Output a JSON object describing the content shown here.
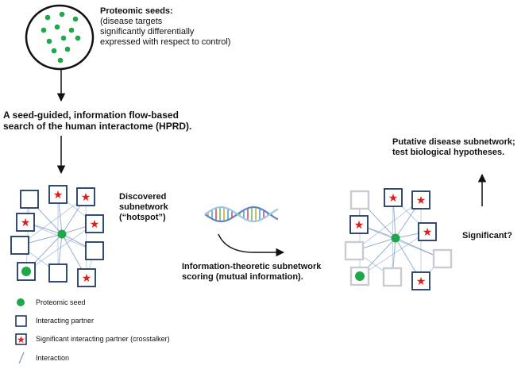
{
  "seeds_block": {
    "title": "Proteomic seeds:",
    "lines": [
      "(disease targets",
      "significantly differentially",
      "expressed with respect to control)"
    ]
  },
  "search_step": {
    "line1": "A seed-guided, information flow-based",
    "line2": "search of the human interactome (HPRD)."
  },
  "hotspot_label": {
    "line1": "Discovered",
    "line2": "subnetwork",
    "line3": "(“hotspot”)"
  },
  "scoring_step": {
    "line1": "Information-theoretic subnetwork",
    "line2": "scoring (mutual information)."
  },
  "significance_label": "Significant?",
  "putative_block": {
    "line1": "Putative disease subnetwork;",
    "line2": "test biological hypotheses."
  },
  "legend": {
    "items": [
      {
        "icon": "green-dot-icon",
        "label": "Proteomic seed"
      },
      {
        "icon": "blue-square-icon",
        "label": "Interacting partner"
      },
      {
        "icon": "star-square-icon",
        "label": "Significant interacting partner (crosstalker)"
      },
      {
        "icon": "line-icon",
        "label": "Interaction"
      }
    ]
  },
  "colors": {
    "seed_green": "#1fa84a",
    "node_blue": "#1f3864",
    "star_red": "#e31b1b",
    "edge_blue": "#7d9bc7",
    "faded_node": "#c8ccd2"
  },
  "icons": [
    "dna-helix-icon",
    "arrow-down-icon",
    "arrow-up-icon",
    "curved-arrow-icon"
  ]
}
